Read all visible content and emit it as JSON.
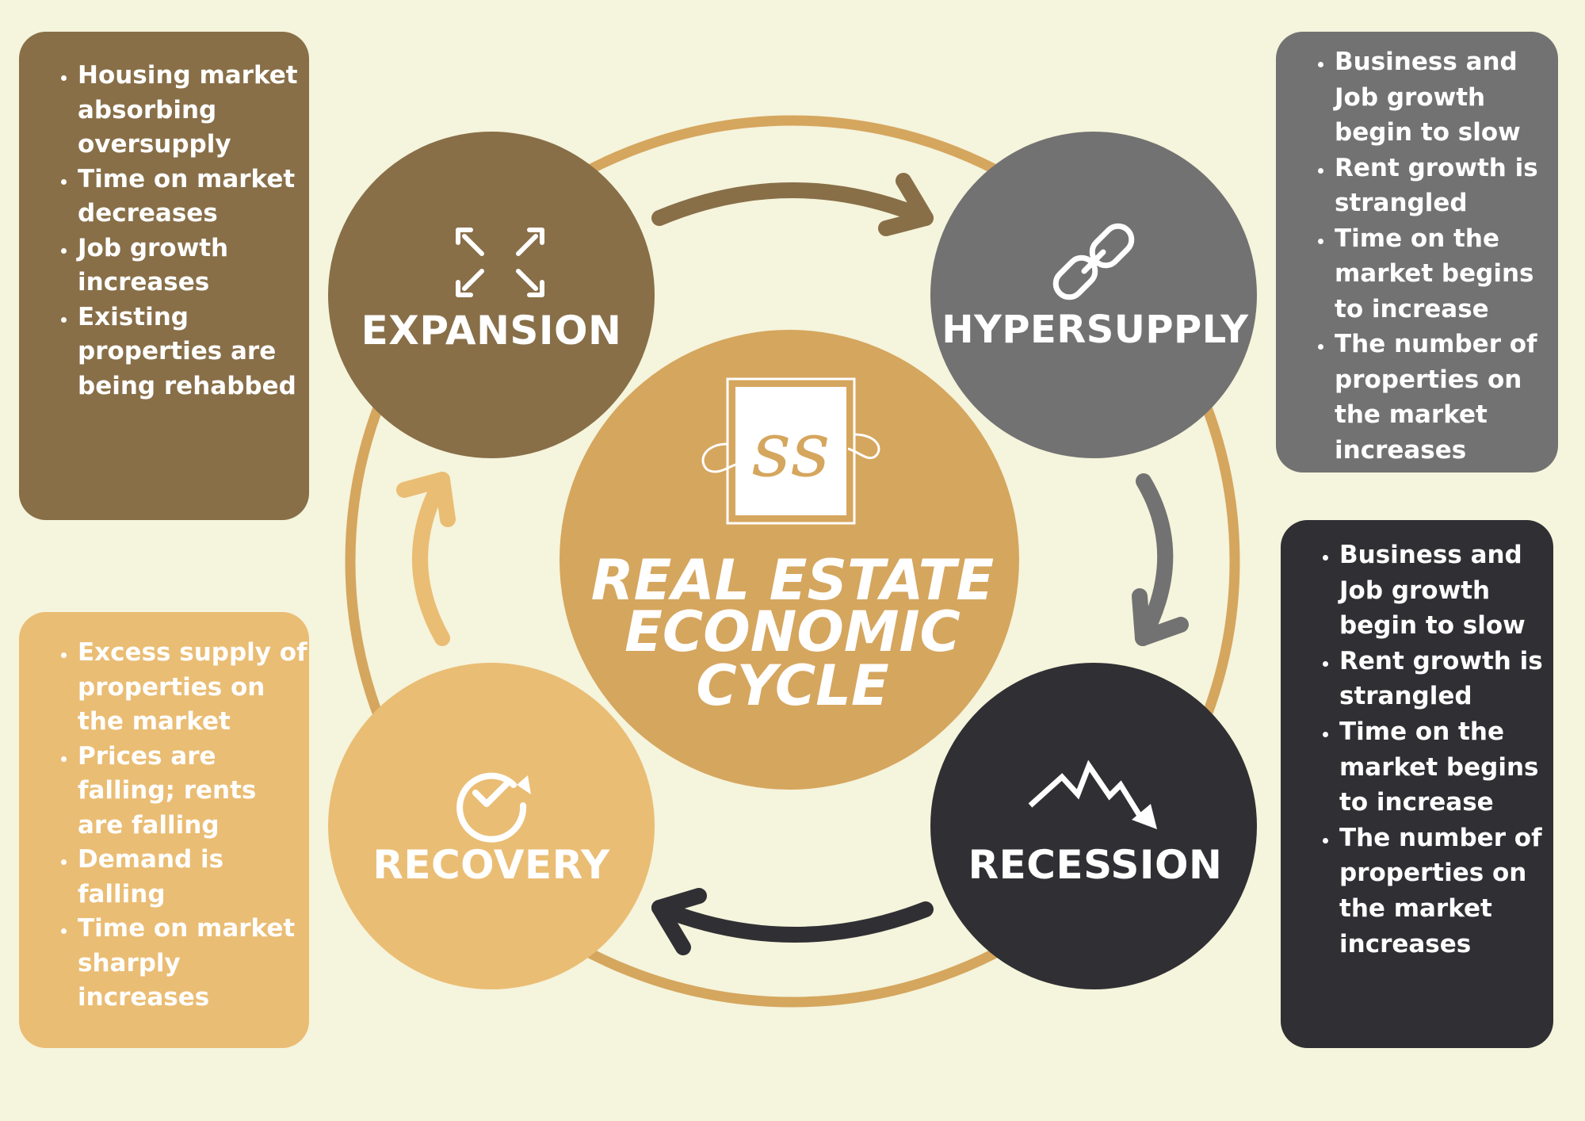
{
  "title": [
    "REAL ESTATE",
    "ECONOMIC",
    "CYCLE"
  ],
  "logo_text": "ss",
  "phases": {
    "expansion": {
      "label": "EXPANSION",
      "icon": "expand-arrows-icon",
      "color": "#886f48"
    },
    "hypersupply": {
      "label": "HYPERSUPPLY",
      "icon": "chain-link-icon",
      "color": "#727272"
    },
    "recession": {
      "label": "RECESSION",
      "icon": "downtrend-arrow-icon",
      "color": "#303034"
    },
    "recovery": {
      "label": "RECOVERY",
      "icon": "refresh-check-icon",
      "color": "#eabd74"
    }
  },
  "center_color": "#d5a65e",
  "ring_color": "#d5a65e",
  "background_color": "#f5f4dc",
  "boxes": {
    "expansion": [
      "Housing market absorbing oversupply",
      "Time on market decreases",
      "Job growth increases",
      "Existing properties are being rehabbed"
    ],
    "hypersupply": [
      "Business and Job growth begin to slow",
      "Rent growth is strangled",
      "Time on the market begins to increase",
      "The number of properties on the market increases"
    ],
    "recovery": [
      "Excess supply of properties on the market",
      "Prices are falling; rents are falling",
      "Demand is falling",
      "Time on market sharply increases"
    ],
    "recession": [
      "Business and Job growth begin to slow",
      "Rent growth is strangled",
      "Time on the market begins to increase",
      "The number of properties on the market increases"
    ]
  }
}
